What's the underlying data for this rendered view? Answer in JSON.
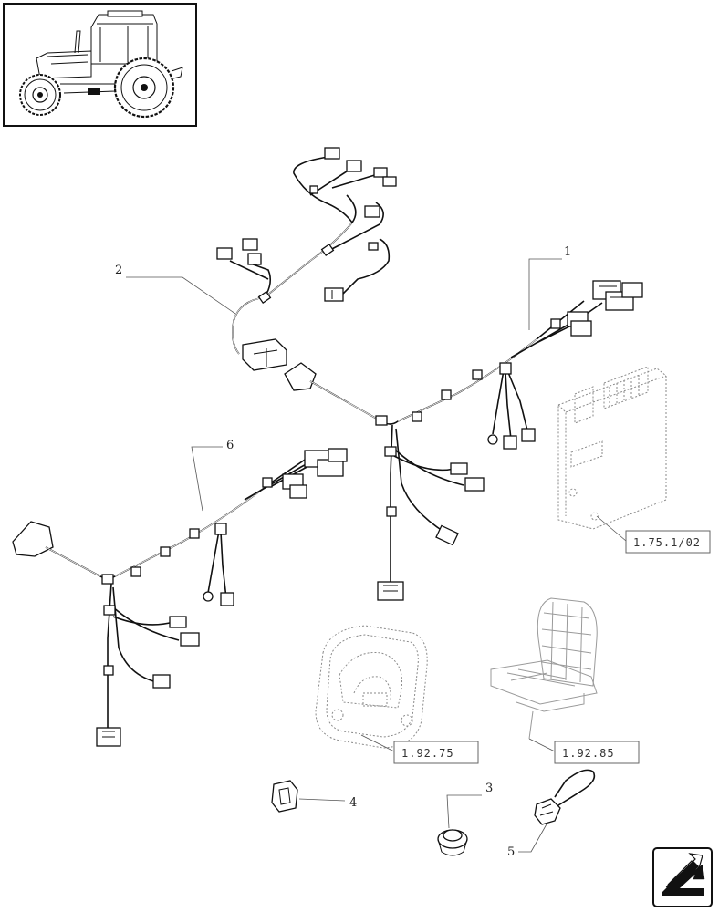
{
  "callouts": {
    "c1": "1",
    "c2": "2",
    "c3": "3",
    "c4": "4",
    "c5": "5",
    "c6": "6"
  },
  "references": {
    "ecu": "1.75.1/02",
    "panel": "1.92.75",
    "seat": "1.92.85"
  },
  "navigation": {
    "next_icon": "arrow-icon"
  }
}
